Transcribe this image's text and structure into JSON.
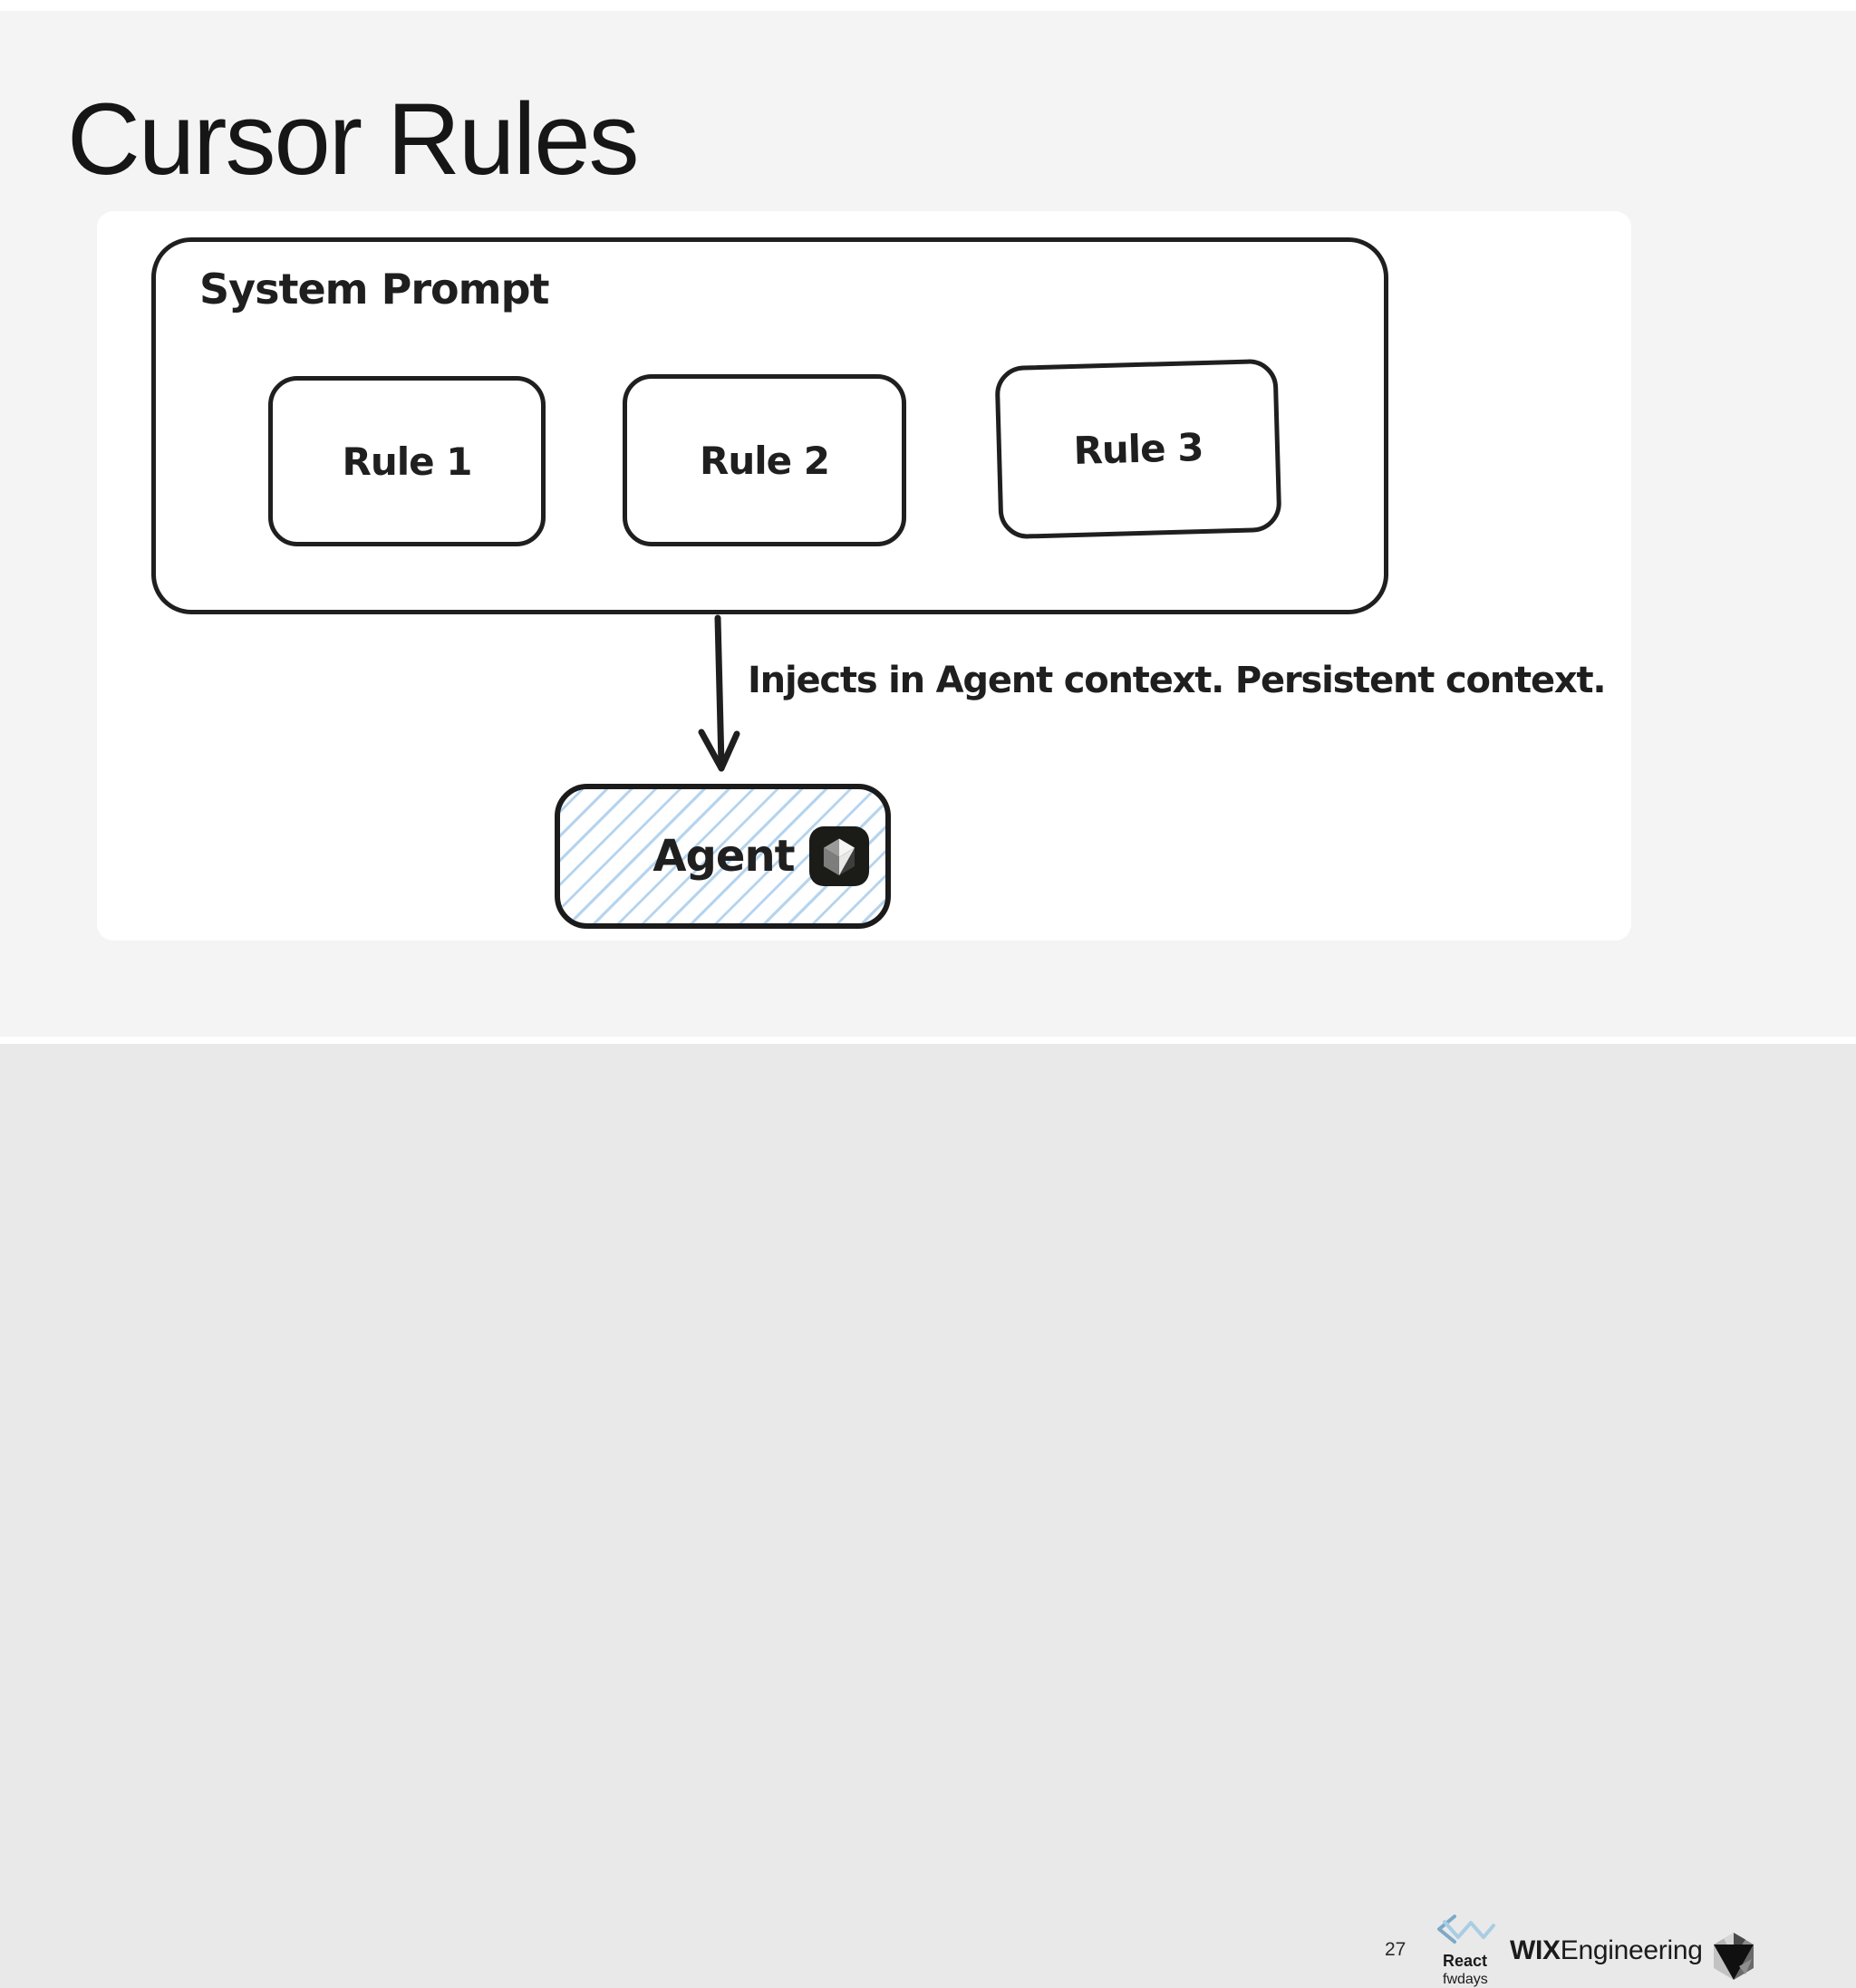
{
  "title": "Cursor Rules",
  "diagram": {
    "system_prompt_label": "System Prompt",
    "rules": [
      {
        "label": "Rule 1"
      },
      {
        "label": "Rule 2"
      },
      {
        "label": "Rule 3"
      }
    ],
    "arrow_caption": "Injects in Agent context. Persistent context.",
    "agent_label": "Agent",
    "agent_icon": "cursor-cube-icon"
  },
  "footer": {
    "page_number": "27",
    "conference": {
      "name": "React",
      "subname": "fwdays"
    },
    "brand": {
      "bold": "WIX",
      "regular": "Engineering"
    }
  },
  "colors": {
    "slide_background": "#f4f4f5",
    "card_background": "#ffffff",
    "ink": "#1f1f1f",
    "hatch_blue": "#b5d4ef",
    "zigzag_dark": "#7da9c7",
    "zigzag_light": "#a9cde3",
    "cursor_logo_background": "#1b1b18"
  }
}
